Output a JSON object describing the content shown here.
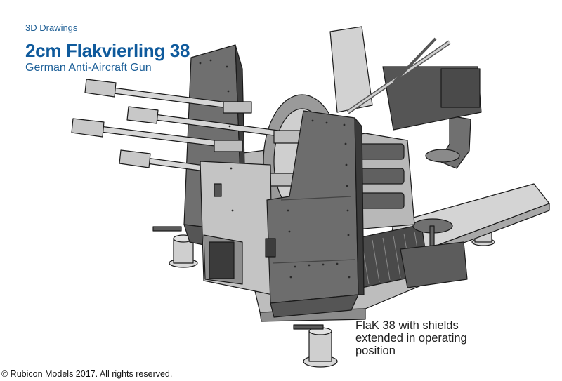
{
  "header": {
    "kicker": "3D Drawings",
    "title": "2cm Flakvierling 38",
    "subtitle": "German Anti-Aircraft Gun"
  },
  "caption": "FlaK 38 with shields\nextended in operating\nposition",
  "footer": {
    "copyright": "© Rubicon Models 2017. All rights reserved."
  },
  "colors": {
    "title": "#0f5a9c",
    "model_dark_grey": "#6b6b6b",
    "model_light_grey": "#c9c9c9",
    "outline": "#1a1a1a"
  }
}
